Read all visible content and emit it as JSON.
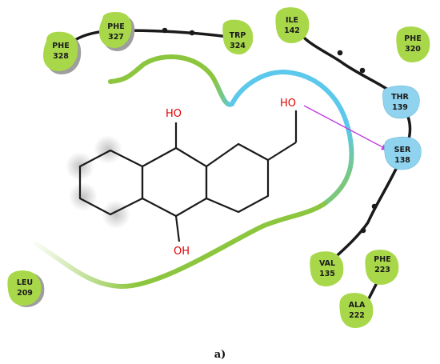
{
  "residues": [
    {
      "id": "phe328",
      "name": "PHE",
      "num": "328",
      "kind": "hydrophobic"
    },
    {
      "id": "phe327",
      "name": "PHE",
      "num": "327",
      "kind": "hydrophobic"
    },
    {
      "id": "trp324",
      "name": "TRP",
      "num": "324",
      "kind": "hydrophobic"
    },
    {
      "id": "ile142",
      "name": "ILE",
      "num": "142",
      "kind": "hydrophobic"
    },
    {
      "id": "phe320",
      "name": "PHE",
      "num": "320",
      "kind": "hydrophobic"
    },
    {
      "id": "thr139",
      "name": "THR",
      "num": "139",
      "kind": "polar"
    },
    {
      "id": "ser138",
      "name": "SER",
      "num": "138",
      "kind": "polar"
    },
    {
      "id": "val135",
      "name": "VAL",
      "num": "135",
      "kind": "hydrophobic"
    },
    {
      "id": "phe223",
      "name": "PHE",
      "num": "223",
      "kind": "hydrophobic"
    },
    {
      "id": "ala222",
      "name": "ALA",
      "num": "222",
      "kind": "hydrophobic"
    },
    {
      "id": "leu209",
      "name": "LEU",
      "num": "209",
      "kind": "hydrophobic"
    }
  ],
  "atoms": {
    "oh_top": "HO",
    "oh_bottom": "OH",
    "oh_side": "HO"
  },
  "caption": "a)",
  "colors": {
    "hydrophobic": "#a8d84a",
    "polar": "#8fd3ee",
    "pocket_hydrophobic": "#8cc63e",
    "pocket_polar": "#5bc8ec",
    "hbond": "#c040e0",
    "backbone": "#1a1a1a"
  }
}
